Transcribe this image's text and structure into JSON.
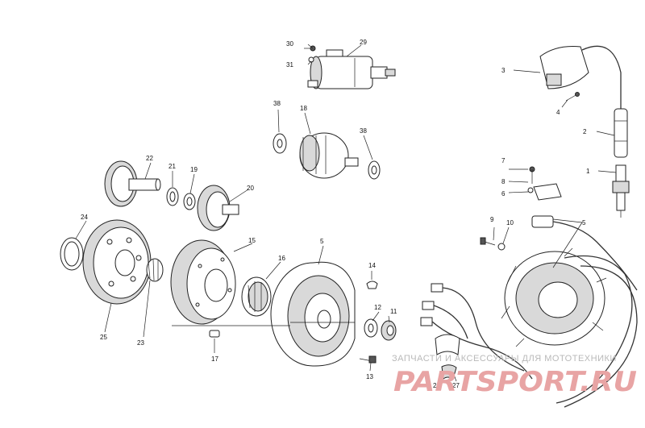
{
  "callouts": {
    "c1": "1",
    "c2": "2",
    "c3": "3",
    "c4": "4",
    "c5a": "5",
    "c5b": "5",
    "c6": "6",
    "c7": "7",
    "c8": "8",
    "c9": "9",
    "c10": "10",
    "c11": "11",
    "c12": "12",
    "c13": "13",
    "c14": "14",
    "c15": "15",
    "c16": "16",
    "c17": "17",
    "c18": "18",
    "c19": "19",
    "c20": "20",
    "c21": "21",
    "c22": "22",
    "c23": "23",
    "c24": "24",
    "c25": "25",
    "c27": "27",
    "c28": "28",
    "c29": "29",
    "c30": "30",
    "c31": "31",
    "c38a": "38",
    "c38b": "38"
  },
  "watermark": {
    "tagline": "ЗАПЧАСТИ И АКСЕССУАРЫ ДЛЯ МОТОТЕХНИКИ",
    "brand": "PARTSPORT.RU",
    "color": "#e8a4a4"
  }
}
